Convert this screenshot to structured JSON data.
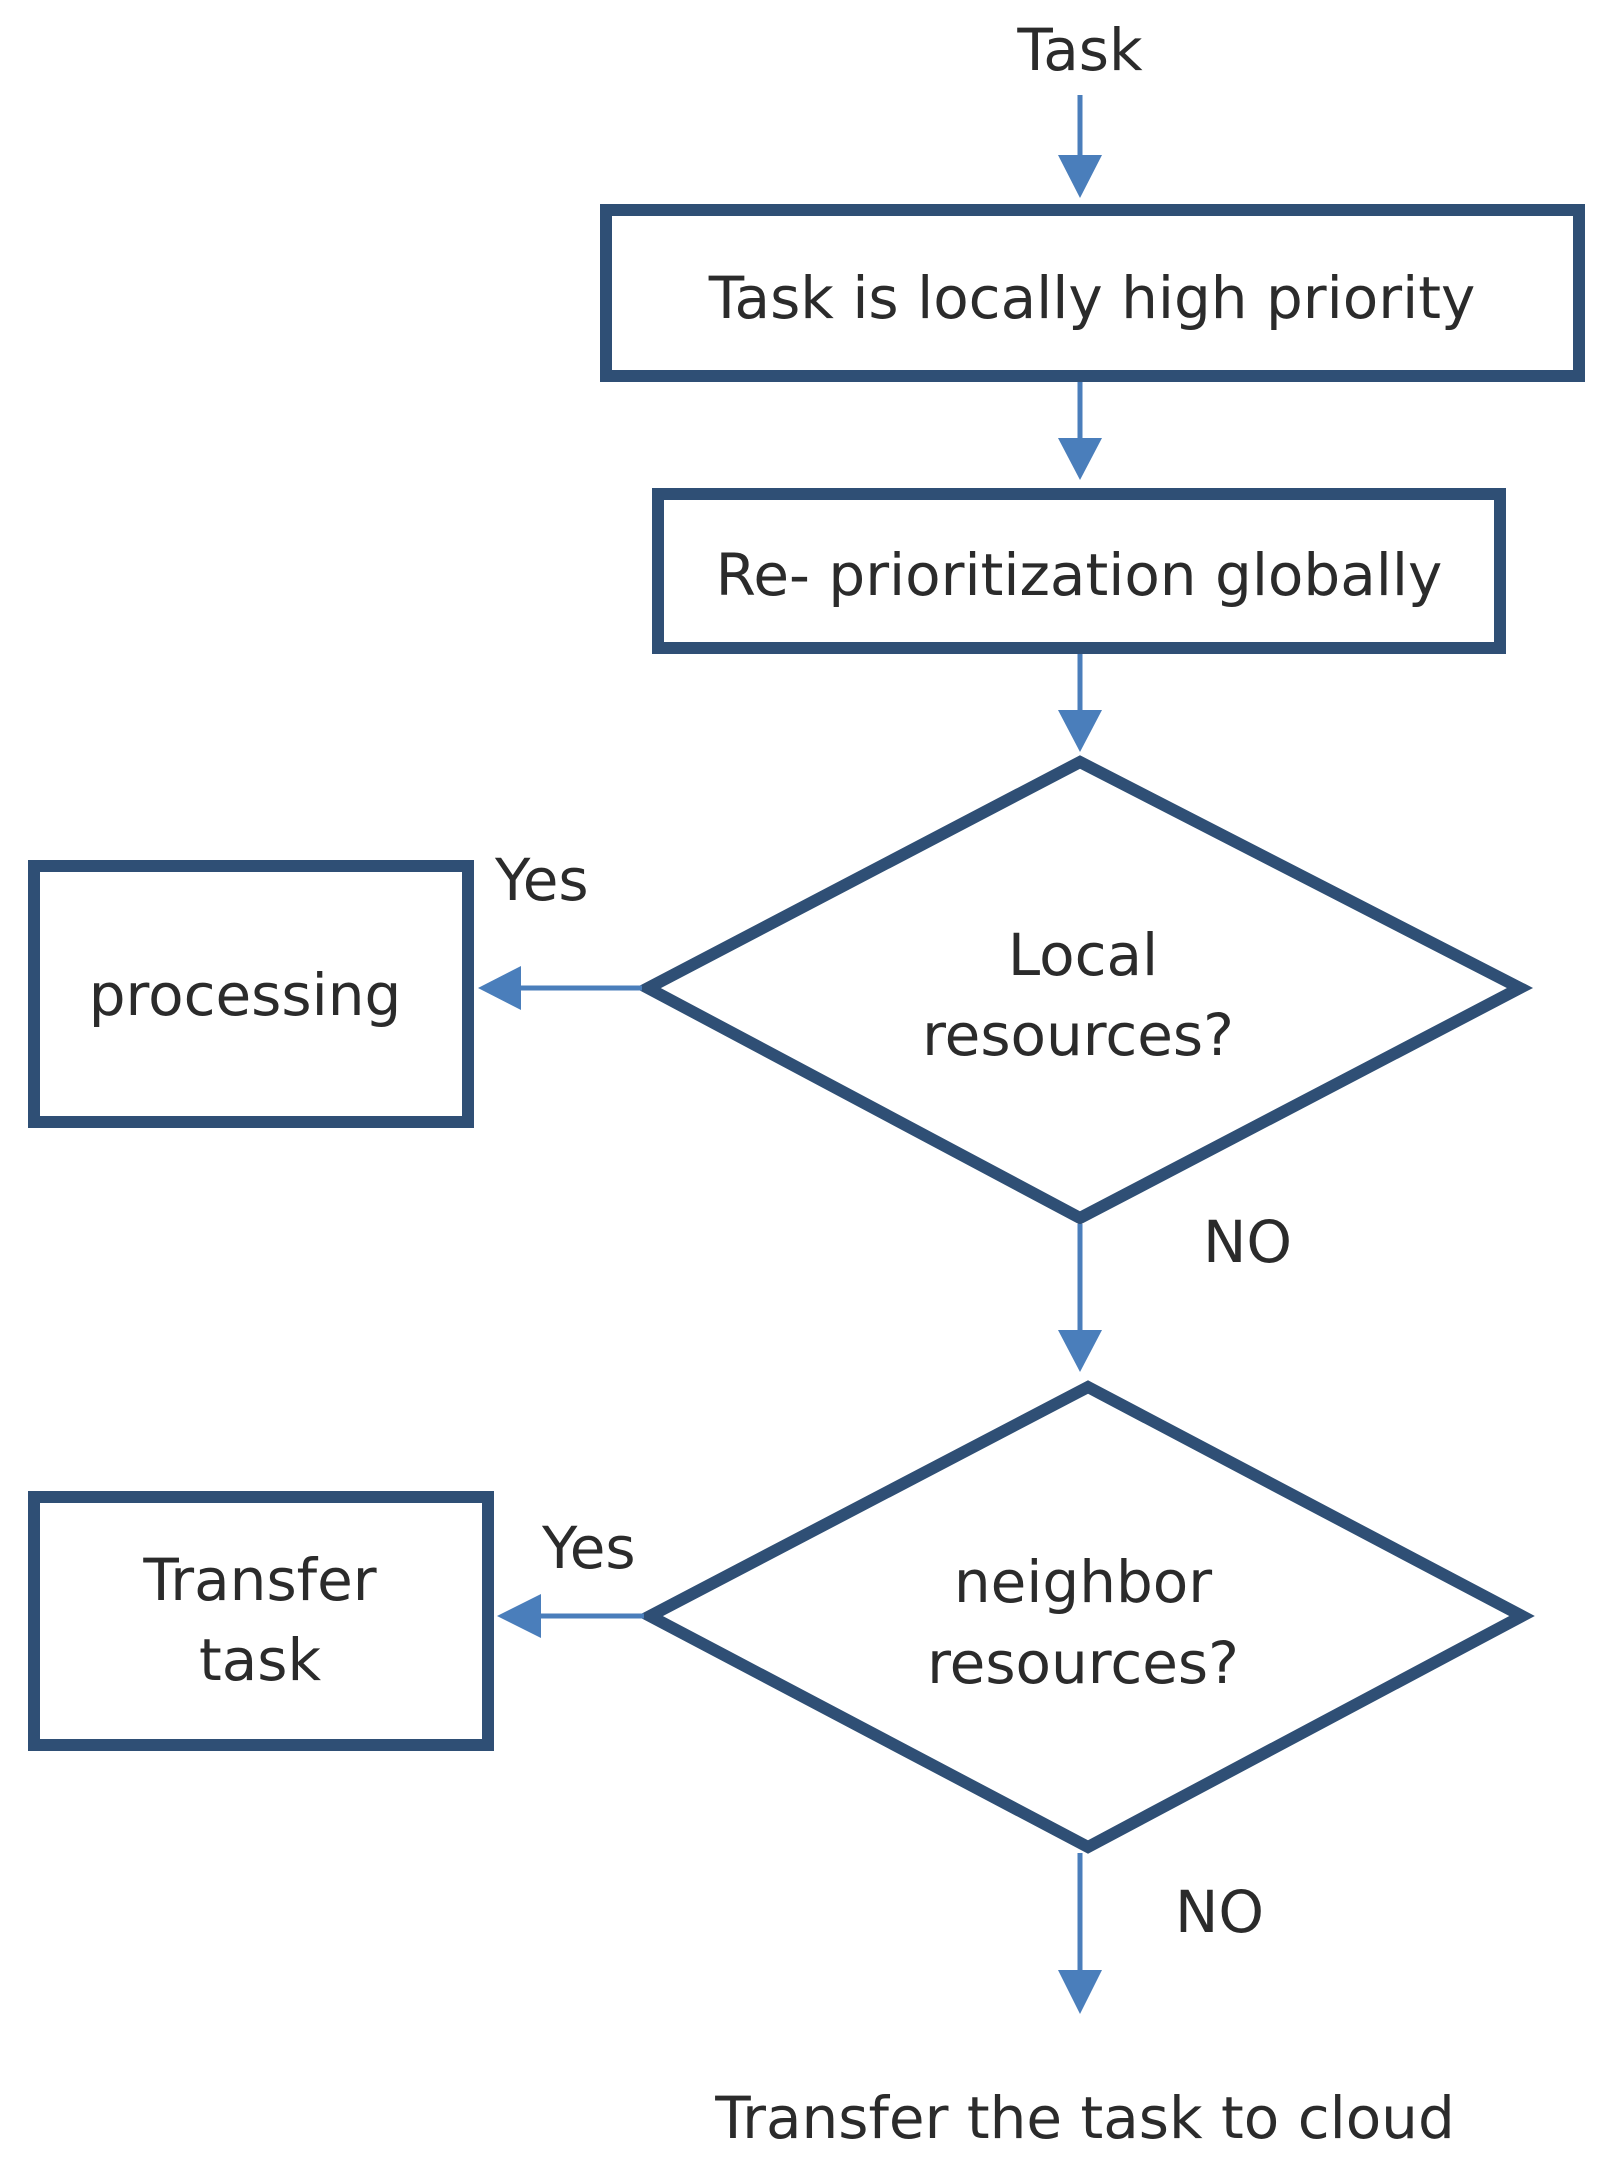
{
  "diagram": {
    "start_label": "Task",
    "steps": {
      "local_priority": "Task is locally high priority",
      "reprioritization": "Re- prioritization globally"
    },
    "decisions": {
      "local": {
        "line1": "Local",
        "line2": "resources?"
      },
      "neighbor": {
        "line1": "neighbor",
        "line2": "resources?"
      }
    },
    "outcomes": {
      "processing": "processing",
      "transfer_task": {
        "line1": "Transfer",
        "line2": "task"
      },
      "cloud": "Transfer the task to cloud"
    },
    "edge_labels": {
      "local_yes": "Yes",
      "local_no": "NO",
      "neighbor_yes": "Yes",
      "neighbor_no": "NO"
    },
    "colors": {
      "box_border": "#2f4f75",
      "connector": "#4a7ebb",
      "text": "#2b2b2b"
    }
  }
}
